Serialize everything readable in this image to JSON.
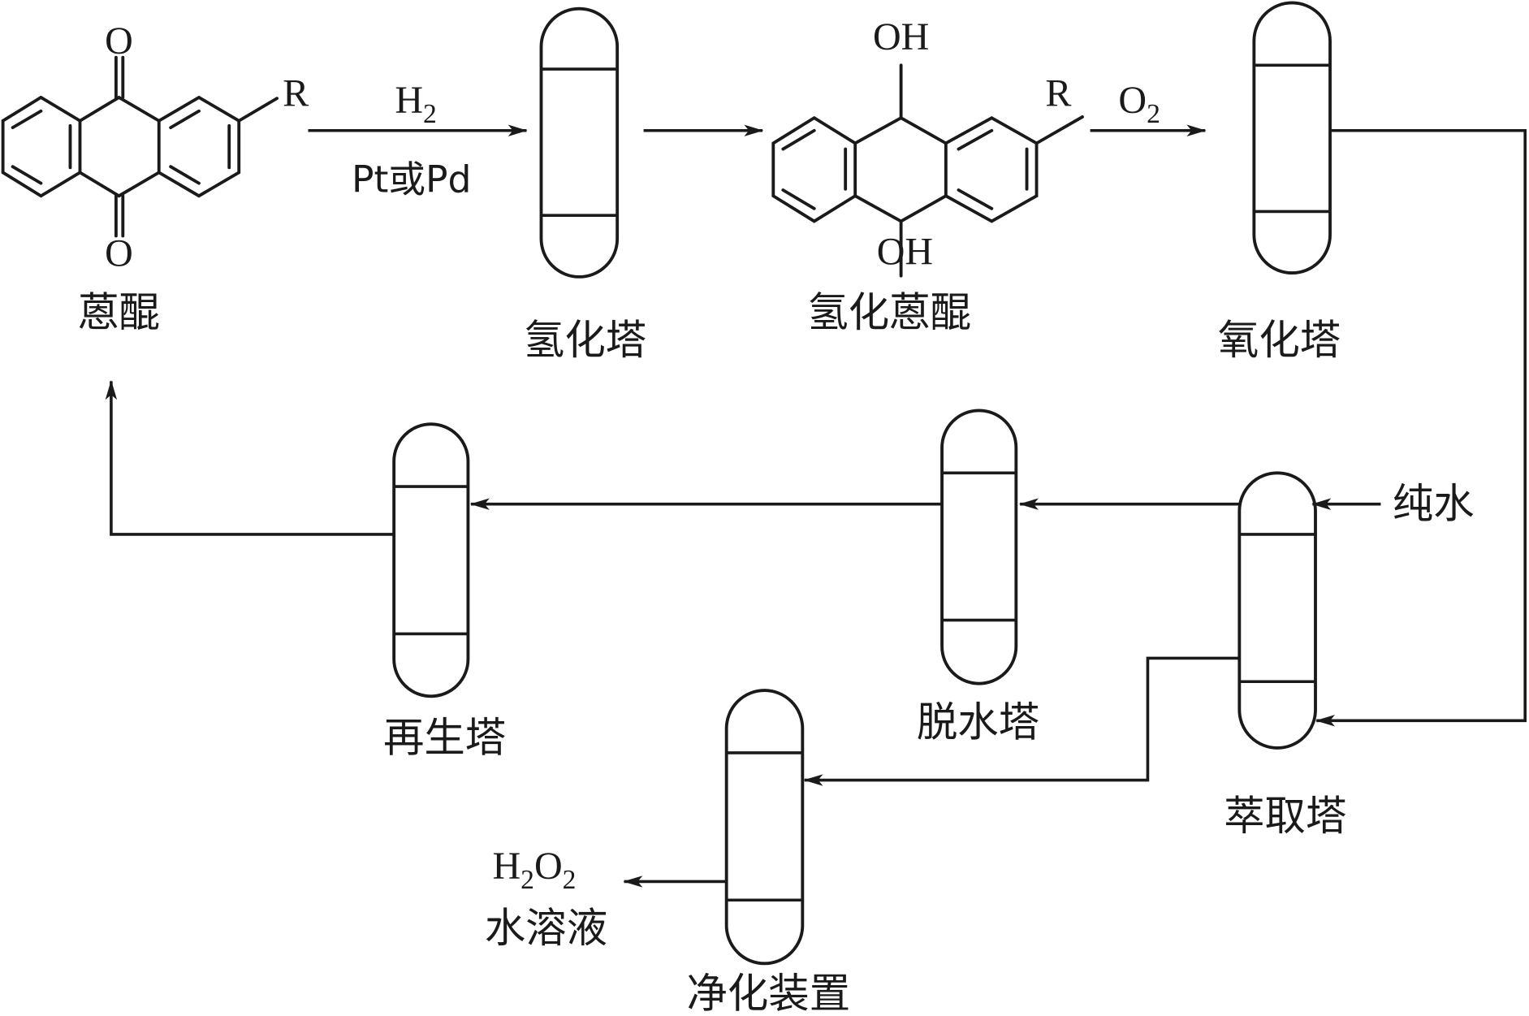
{
  "title": "蒽醌法制备H2O2工艺流程",
  "molecules": {
    "anthraquinone": {
      "name": "蒽醌",
      "substituent": "R",
      "oxygen_top": "O",
      "oxygen_bottom": "O"
    },
    "hydroanthraquinone": {
      "name": "氢化蒽醌",
      "substituent": "R",
      "group_top": "OH",
      "group_bottom": "OH"
    }
  },
  "reaction_1": {
    "reagent": "H",
    "reagent_sub": "2",
    "catalyst": "Pt或Pd"
  },
  "reaction_2": {
    "reagent": "O",
    "reagent_sub": "2"
  },
  "columns": [
    {
      "id": "hydrogenation",
      "label": "氢化塔"
    },
    {
      "id": "oxidation",
      "label": "氧化塔"
    },
    {
      "id": "extraction",
      "label": "萃取塔"
    },
    {
      "id": "dehydration",
      "label": "脱水塔"
    },
    {
      "id": "regeneration",
      "label": "再生塔"
    },
    {
      "id": "purification",
      "label": "净化装置"
    }
  ],
  "inputs": {
    "pure_water": "纯水"
  },
  "product": {
    "formula_h": "H",
    "formula_sub1": "2",
    "formula_o": "O",
    "formula_sub2": "2",
    "label": "水溶液"
  }
}
